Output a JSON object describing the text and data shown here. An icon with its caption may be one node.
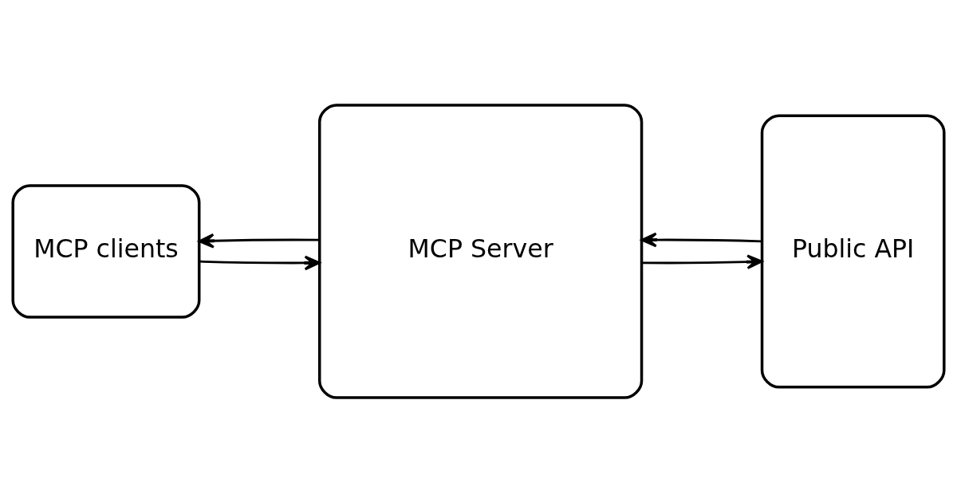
{
  "diagram": {
    "nodes": [
      {
        "text": [
          "MCP clients"
        ]
      },
      {
        "text": [
          "MCP Server"
        ]
      },
      {
        "text": [
          "Public API"
        ]
      }
    ],
    "edges": [
      {
        "from": 0,
        "to": 1,
        "arrow": "to"
      },
      {
        "from": 1,
        "to": 0,
        "arrow": "to"
      },
      {
        "from": 1,
        "to": 2,
        "arrow": "to"
      },
      {
        "from": 2,
        "to": 1,
        "arrow": "to"
      }
    ]
  }
}
